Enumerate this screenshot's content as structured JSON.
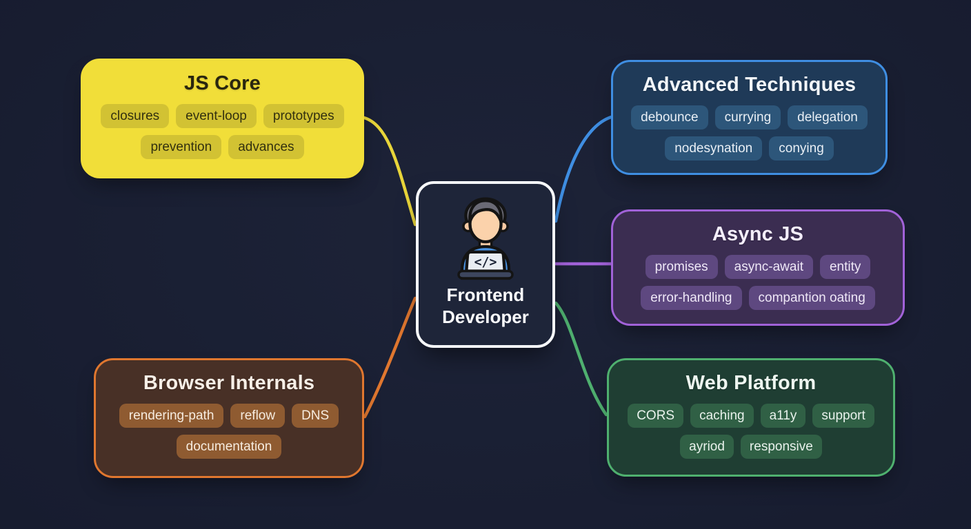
{
  "background_color": "#1a1f32",
  "center": {
    "title": "Frontend Developer",
    "icon": "developer-at-laptop-icon",
    "icon_glyph": "</>",
    "bg_color": "#1e2539",
    "border_color": "#f7f9fc"
  },
  "branches": [
    {
      "id": "js-core",
      "title": "JS Core",
      "accent": "#f1de39",
      "box_bg": "#f1de39",
      "chip_bg": "#d2c233",
      "text_color": "#29260f",
      "chips": [
        "closures",
        "event-loop",
        "prototypes",
        "prevention",
        "advances"
      ]
    },
    {
      "id": "advanced-techniques",
      "title": "Advanced Techniques",
      "accent": "#3f8ee2",
      "box_bg": "#1f3a58",
      "chip_bg": "#2d567a",
      "text_color": "#f2f6fa",
      "chips": [
        "debounce",
        "currying",
        "delegation",
        "nodesynation",
        "conying"
      ]
    },
    {
      "id": "async-js",
      "title": "Async JS",
      "accent": "#a162d8",
      "box_bg": "#3b2d51",
      "chip_bg": "#5e4880",
      "text_color": "#f4eefb",
      "chips": [
        "promises",
        "async-await",
        "entity",
        "error-handling",
        "compantion oating"
      ]
    },
    {
      "id": "web-platform",
      "title": "Web Platform",
      "accent": "#4fb06f",
      "box_bg": "#1f3e33",
      "chip_bg": "#306045",
      "text_color": "#eef6f0",
      "chips": [
        "CORS",
        "caching",
        "a11y",
        "support",
        "ayriod",
        "responsive"
      ]
    },
    {
      "id": "browser-internals",
      "title": "Browser Internals",
      "accent": "#e0772f",
      "box_bg": "#483026",
      "chip_bg": "#8f5b31",
      "text_color": "#f7efe7",
      "chips": [
        "rendering-path",
        "reflow",
        "DNS",
        "documentation"
      ]
    }
  ],
  "edges": [
    {
      "from": "Frontend Developer",
      "to": "JS Core",
      "color": "#e8d53a"
    },
    {
      "from": "Frontend Developer",
      "to": "Advanced Techniques",
      "color": "#3f8ee2"
    },
    {
      "from": "Frontend Developer",
      "to": "Async JS",
      "color": "#a162d8"
    },
    {
      "from": "Frontend Developer",
      "to": "Web Platform",
      "color": "#4fb06f"
    },
    {
      "from": "Frontend Developer",
      "to": "Browser Internals",
      "color": "#e0772f"
    }
  ]
}
